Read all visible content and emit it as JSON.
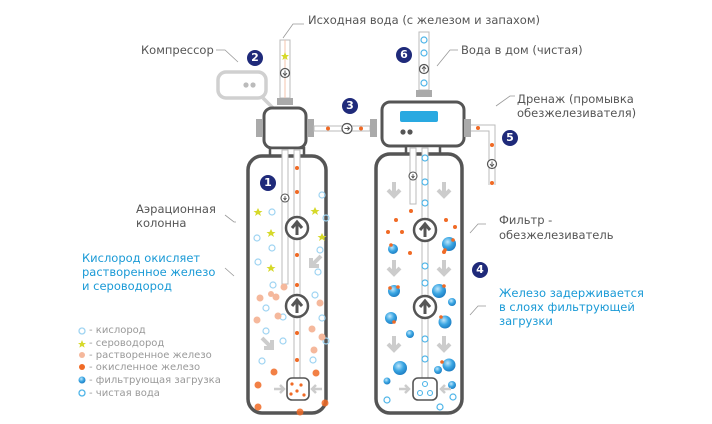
{
  "labels": {
    "source_water": "Исходная вода (с железом и запахом)",
    "compressor": "Компрессор",
    "house_water": "Вода в дом (чистая)",
    "drain_line1": "Дренаж (промывка",
    "drain_line2": "обезжелезивателя)",
    "aeration_line1": "Аэрационная",
    "aeration_line2": "колонна",
    "oxygen_line1": "Кислород окисляет",
    "oxygen_line2": "растворенное железо",
    "oxygen_line3": "и сероводород",
    "filter_line1": "Фильтр -",
    "filter_line2": "обезжелезиватель",
    "iron_line1": "Железо задерживается",
    "iron_line2": "в слоях фильтрующей",
    "iron_line3": "загрузки"
  },
  "badges": [
    "1",
    "2",
    "3",
    "4",
    "5",
    "6"
  ],
  "legend": [
    {
      "icon": "oxygen-icon",
      "label": "- кислород"
    },
    {
      "icon": "hydrogen-sulfide-icon",
      "label": "- сероводород"
    },
    {
      "icon": "dissolved-iron-icon",
      "label": "- растворенное железо"
    },
    {
      "icon": "oxidized-iron-icon",
      "label": "- окисленное железо"
    },
    {
      "icon": "filter-media-icon",
      "label": "- фильтрующая загрузка"
    },
    {
      "icon": "clean-water-icon",
      "label": "- чистая вода"
    }
  ],
  "colors": {
    "outline": "#555555",
    "pipe": "#bbbbbb",
    "badge": "#1f2a7a",
    "accent_blue": "#1a9ad6",
    "display": "#29a9e1",
    "oxygen": "#9fd4f2",
    "star": "#d6d92a",
    "dissolved_iron": "#f5b89c",
    "oxidized_iron": "#f06a25",
    "arrow_gray": "#cccccc"
  }
}
